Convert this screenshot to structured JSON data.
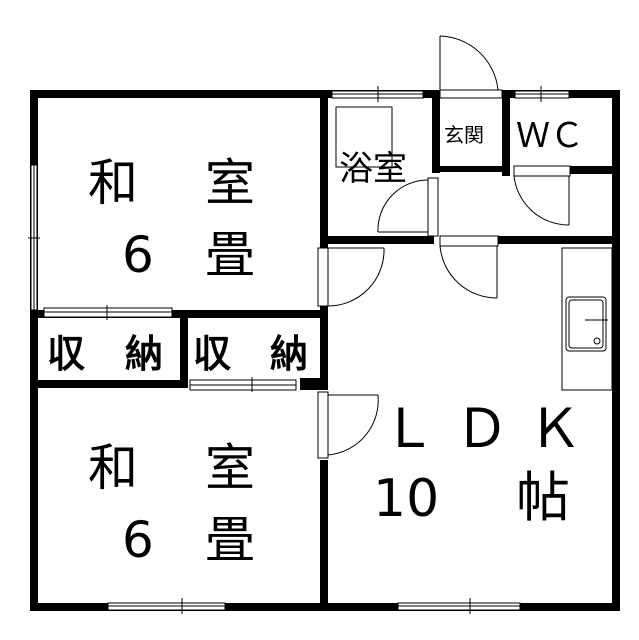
{
  "rooms": {
    "washitsu1": {
      "line1a": "和",
      "line1b": "室",
      "line2a": "6",
      "line2b": "畳"
    },
    "washitsu2": {
      "line1a": "和",
      "line1b": "室",
      "line2a": "6",
      "line2b": "畳"
    },
    "storage1": {
      "a": "収",
      "b": "納"
    },
    "storage2": {
      "a": "収",
      "b": "納"
    },
    "bath": "浴室",
    "entrance": "玄関",
    "wc": "ＷＣ",
    "ldk": {
      "line1": "ＬＤＫ",
      "num": "10",
      "unit": "帖"
    }
  },
  "colors": {
    "wall": "#000000",
    "background": "#ffffff"
  }
}
